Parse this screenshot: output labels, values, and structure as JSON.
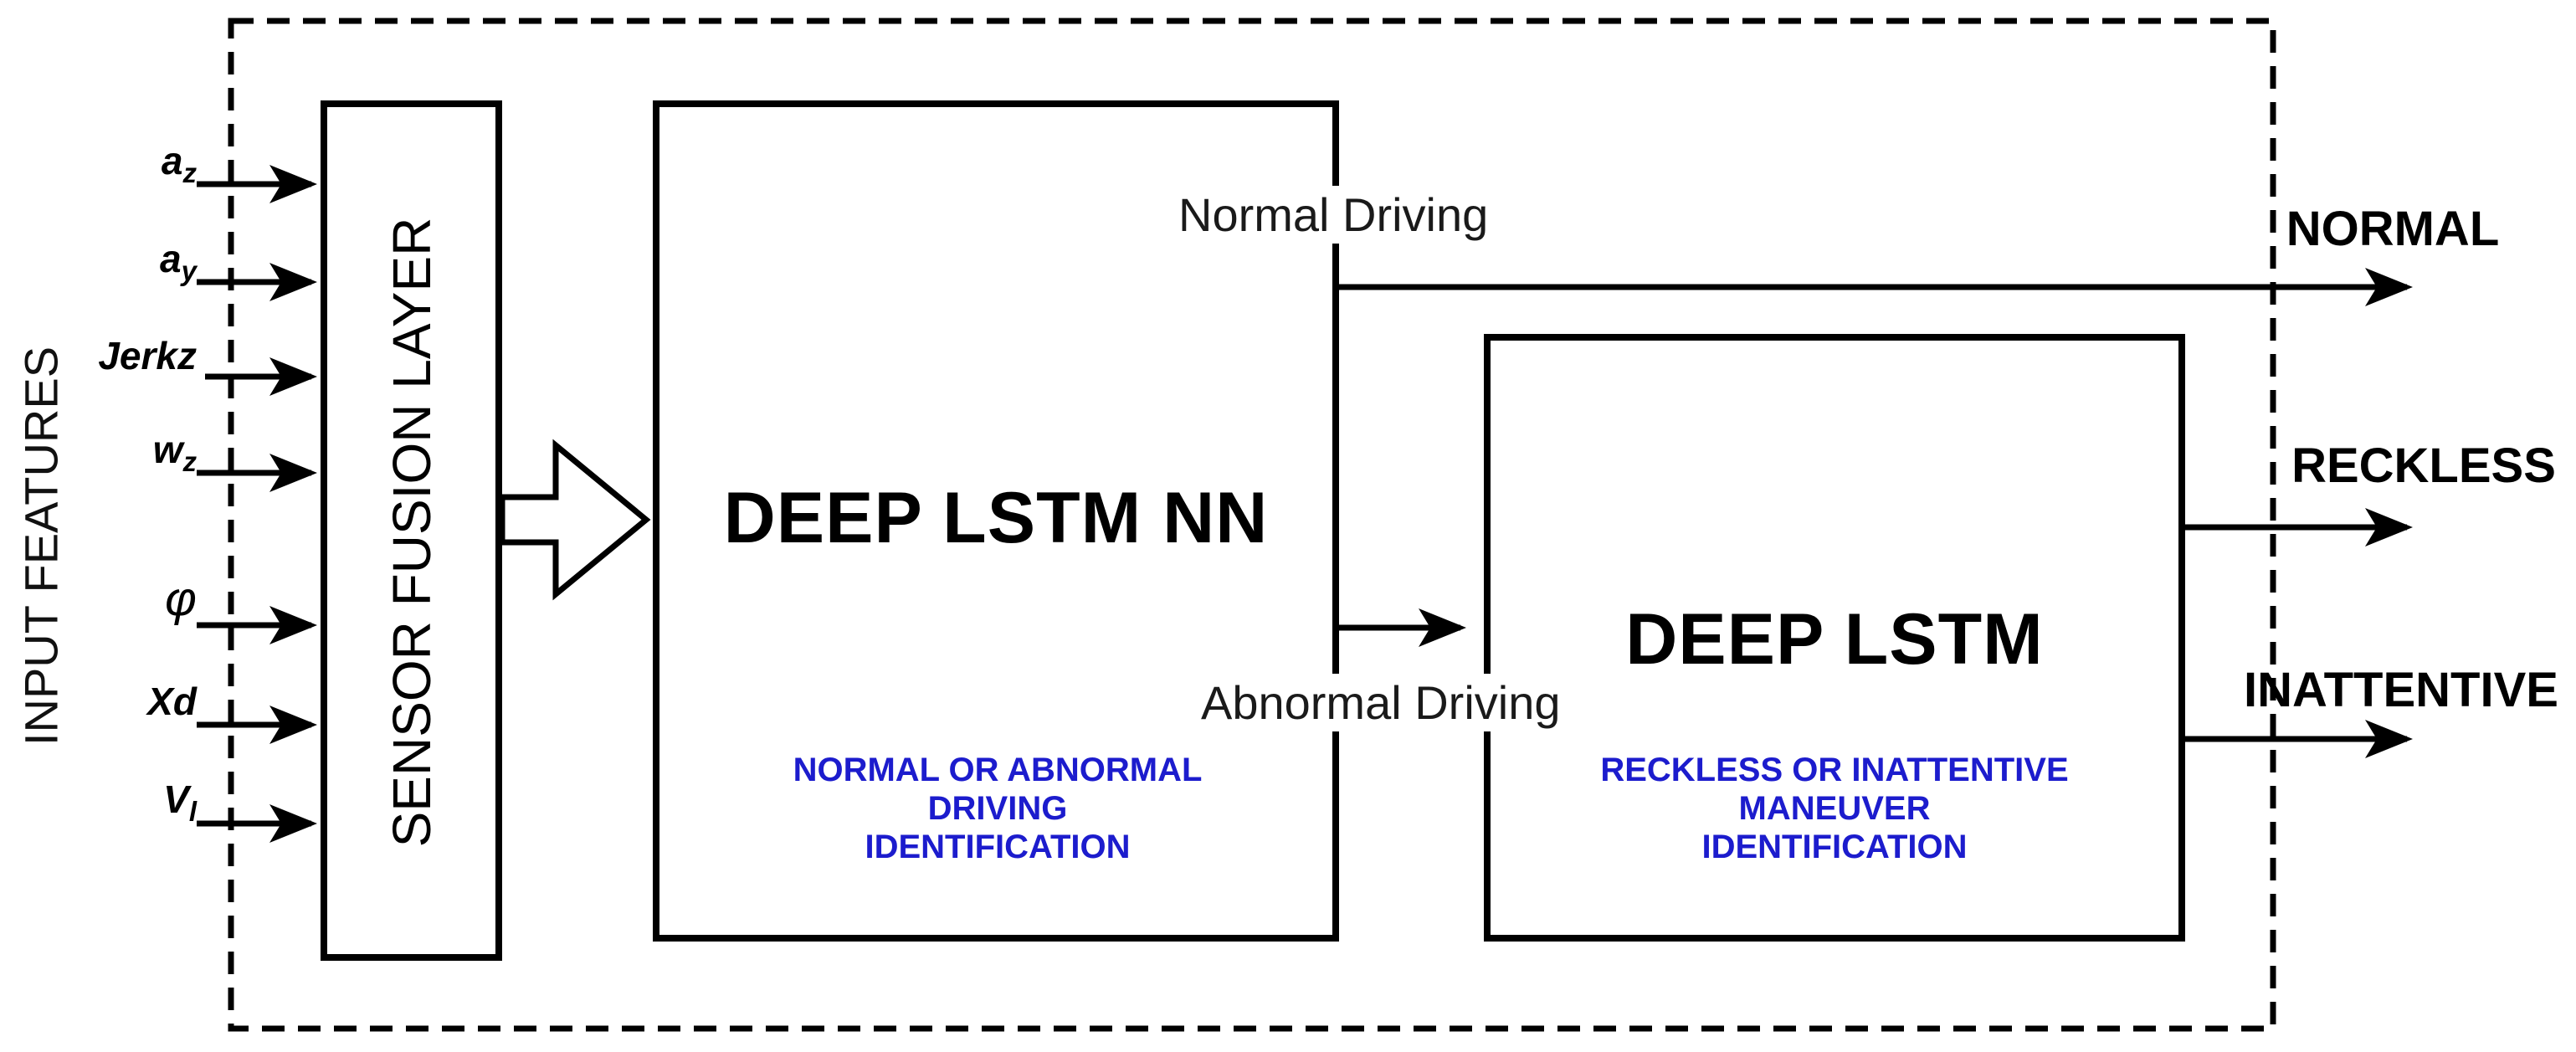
{
  "figure": {
    "left_axis_label": "INPUT FEATURES",
    "inputs": [
      {
        "base": "a",
        "sub": "z"
      },
      {
        "base": "a",
        "sub": "y"
      },
      {
        "base": "Jerkz",
        "sub": ""
      },
      {
        "base": "w",
        "sub": "z"
      },
      {
        "base": "φ",
        "sub": ""
      },
      {
        "base": "Xd",
        "sub": ""
      },
      {
        "base": "V",
        "sub": "l"
      }
    ],
    "sensor_fusion": {
      "label": "SENSOR FUSION LAYER"
    },
    "stage1": {
      "title": "DEEP LSTM NN",
      "caption_lines": [
        "NORMAL OR ABNORMAL",
        "DRIVING",
        "IDENTIFICATION"
      ]
    },
    "stage2": {
      "title": "DEEP LSTM",
      "caption_lines": [
        "RECKLESS OR INATTENTIVE",
        "MANEUVER",
        "IDENTIFICATION"
      ]
    },
    "branches": {
      "normal": "Normal Driving",
      "abnormal": "Abnormal Driving"
    },
    "outputs": [
      "NORMAL",
      "RECKLESS",
      "INATTENTIVE"
    ],
    "colors": {
      "caption_blue": "#1c1ccd",
      "line": "#000000"
    }
  }
}
